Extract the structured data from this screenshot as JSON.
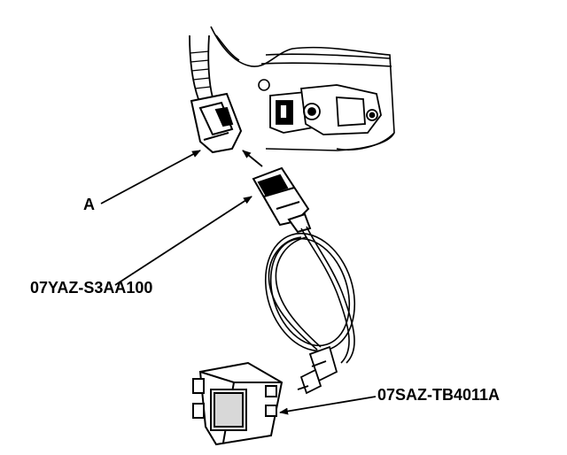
{
  "labels": {
    "a": "A",
    "sensor_tool": "07YAZ-S3AA100",
    "simulator": "07SAZ-TB4011A"
  },
  "colors": {
    "ink": "#000000",
    "paper": "#ffffff",
    "shade": "#d8d8d8"
  }
}
